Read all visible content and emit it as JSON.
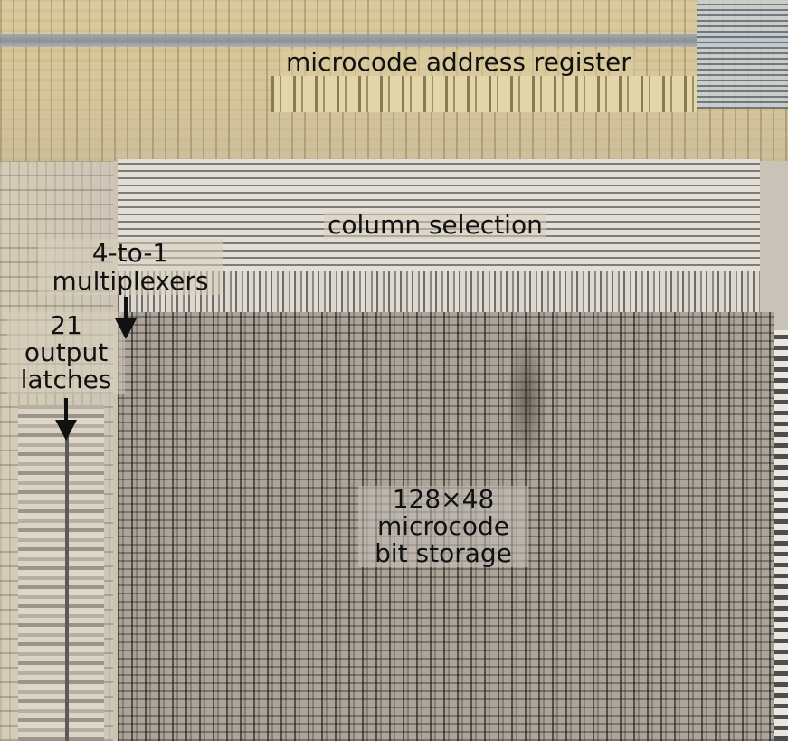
{
  "labels": {
    "register": "microcode address register",
    "column_selection": "column selection",
    "multiplexers": [
      "4-to-1",
      "multiplexers"
    ],
    "latches": [
      "21",
      "output",
      "latches"
    ],
    "storage": [
      "128×48",
      "microcode",
      "bit storage"
    ]
  },
  "colors": {
    "label_text": "#111111",
    "arrow": "#111111"
  }
}
